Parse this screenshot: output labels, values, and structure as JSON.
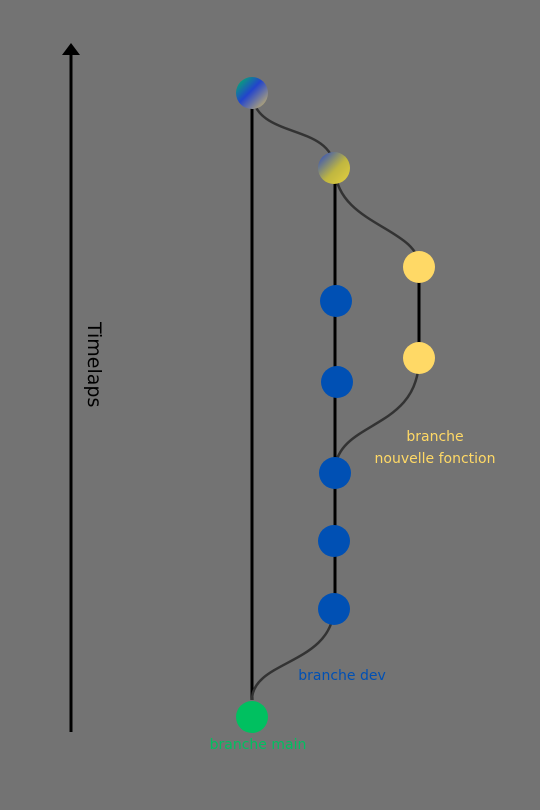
{
  "timeline": {
    "label": "Timelaps"
  },
  "branches": {
    "main": {
      "label": "branche main",
      "color": "#00c060"
    },
    "dev": {
      "label": "branche dev",
      "color": "#0050b4"
    },
    "feature": {
      "label_line1": "branche",
      "label_line2": "nouvelle fonction",
      "color": "#ffd966"
    }
  },
  "colors": {
    "background": "#737373",
    "line": "#000000",
    "curve": "#333333"
  }
}
